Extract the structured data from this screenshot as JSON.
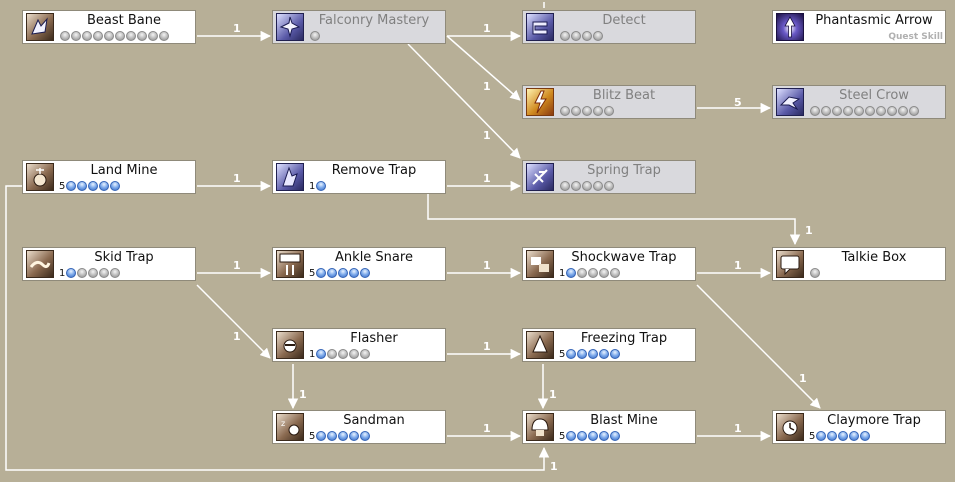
{
  "colors": {
    "background": "#b7af97",
    "link_line": "#ffffff",
    "pip_learned": "#4a7fd6",
    "pip_empty": "#b9b9b9",
    "locked_box": "#d9d9dd"
  },
  "skills": {
    "beast_bane": {
      "name": "Beast Bane",
      "level": "",
      "icon": "beast-bane-icon"
    },
    "falconry_mastery": {
      "name": "Falconry Mastery",
      "level": "",
      "icon": "falcon-icon"
    },
    "detect": {
      "name": "Detect",
      "level": "",
      "icon": "detect-icon"
    },
    "phantasmic_arrow": {
      "name": "Phantasmic Arrow",
      "level": "",
      "icon": "arrow-icon",
      "note": "Quest Skill"
    },
    "blitz_beat": {
      "name": "Blitz Beat",
      "level": "",
      "icon": "blitz-icon"
    },
    "steel_crow": {
      "name": "Steel Crow",
      "level": "",
      "icon": "crow-icon"
    },
    "land_mine": {
      "name": "Land Mine",
      "level": "5",
      "icon": "land-mine-icon"
    },
    "remove_trap": {
      "name": "Remove Trap",
      "level": "1",
      "icon": "remove-trap-icon"
    },
    "spring_trap": {
      "name": "Spring Trap",
      "level": "",
      "icon": "spring-trap-icon"
    },
    "skid_trap": {
      "name": "Skid Trap",
      "level": "1",
      "icon": "skid-trap-icon"
    },
    "ankle_snare": {
      "name": "Ankle Snare",
      "level": "5",
      "icon": "stop-sign-icon"
    },
    "shockwave_trap": {
      "name": "Shockwave Trap",
      "level": "1",
      "icon": "shockwave-icon"
    },
    "talkie_box": {
      "name": "Talkie Box",
      "level": "",
      "icon": "talkie-box-icon"
    },
    "flasher": {
      "name": "Flasher",
      "level": "1",
      "icon": "flasher-icon"
    },
    "freezing_trap": {
      "name": "Freezing Trap",
      "level": "5",
      "icon": "freezing-trap-icon"
    },
    "sandman": {
      "name": "Sandman",
      "level": "5",
      "icon": "sandman-icon"
    },
    "blast_mine": {
      "name": "Blast Mine",
      "level": "5",
      "icon": "blast-mine-icon"
    },
    "claymore_trap": {
      "name": "Claymore Trap",
      "level": "5",
      "icon": "claymore-icon"
    }
  },
  "pip_levels": {
    "beast_bane": {
      "max": 10,
      "learned": 0
    },
    "falconry_mastery": {
      "max": 1,
      "learned": 0
    },
    "detect": {
      "max": 4,
      "learned": 0
    },
    "blitz_beat": {
      "max": 5,
      "learned": 0
    },
    "steel_crow": {
      "max": 10,
      "learned": 0
    },
    "land_mine": {
      "max": 5,
      "learned": 5
    },
    "remove_trap": {
      "max": 1,
      "learned": 1
    },
    "spring_trap": {
      "max": 5,
      "learned": 0
    },
    "skid_trap": {
      "max": 5,
      "learned": 1
    },
    "ankle_snare": {
      "max": 5,
      "learned": 5
    },
    "shockwave_trap": {
      "max": 5,
      "learned": 1
    },
    "talkie_box": {
      "max": 1,
      "learned": 0
    },
    "flasher": {
      "max": 5,
      "learned": 1
    },
    "freezing_trap": {
      "max": 5,
      "learned": 5
    },
    "sandman": {
      "max": 5,
      "learned": 5
    },
    "blast_mine": {
      "max": 5,
      "learned": 5
    },
    "claymore_trap": {
      "max": 5,
      "learned": 5
    }
  },
  "link_labels": {
    "beast_to_falconry": "1",
    "falconry_to_detect": "1",
    "falconry_to_blitz": "1",
    "falconry_to_spring": "1",
    "blitz_to_steel": "5",
    "land_to_remove": "1",
    "remove_to_spring": "1",
    "remove_to_talkie": "1",
    "skid_to_ankle": "1",
    "ankle_to_shockwave": "1",
    "shockwave_to_talkie": "1",
    "skid_to_flasher": "1",
    "flasher_to_freezing": "1",
    "flasher_to_sandman": "1",
    "freezing_to_blast": "1",
    "shockwave_to_claymore": "1",
    "sandman_to_blast": "1",
    "blast_to_claymore": "1",
    "land_to_blast": "1"
  }
}
